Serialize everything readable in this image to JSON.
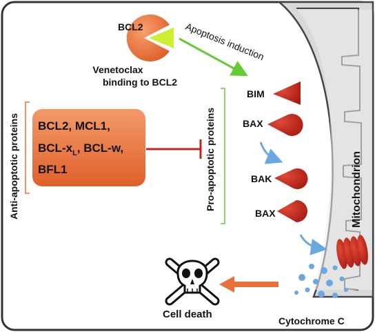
{
  "colors": {
    "frame": "#333333",
    "accent_orange": "#e8703a",
    "red": "#c0261c",
    "green": "#66cc33",
    "blue": "#6aa9e0",
    "mito_fill": "#d9d9d9"
  },
  "venetoclax": {
    "pacman_label": "BCL2",
    "caption_line1": "Venetoclax",
    "caption_line2": "binding to BCL2",
    "arrow_label": "Apoptosis induction"
  },
  "anti_apoptotic": {
    "side_label": "Anti-apoptotic proteins",
    "box_line1": "BCL2, MCL1,",
    "box_line2_prefix": "BCL-x",
    "box_line2_sub": "L",
    "box_line2_suffix": ", BCL-w,",
    "box_line3": "BFL1"
  },
  "pro_apoptotic": {
    "side_label": "Pro-apoptotic proteins",
    "proteins": [
      "BIM",
      "BAX",
      "BAK",
      "BAX"
    ]
  },
  "mitochondrion_label": "Mitochondrion",
  "cytochrome_label": "Cytochrome C",
  "cell_death_label": "Cell death",
  "icons": [
    "pacman-icon",
    "skull-crossbones-icon",
    "inhibition-arrow",
    "curved-arrow-icon"
  ]
}
